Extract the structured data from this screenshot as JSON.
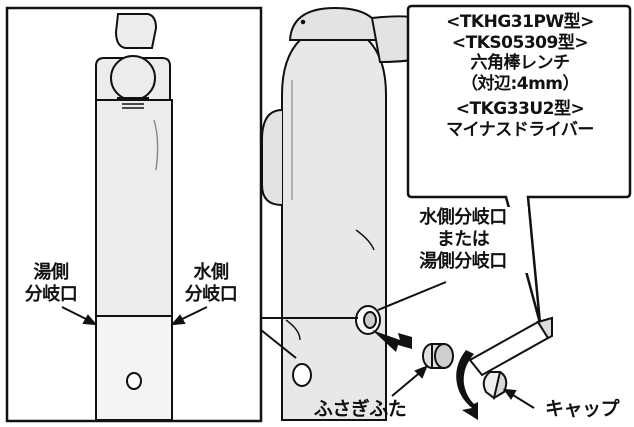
{
  "callout": {
    "model_a": "<TKHG31PW型>",
    "model_b": "<TKS05309型>",
    "tool_a": "六角棒レンチ",
    "tool_a_size": "（対辺:4mm）",
    "model_c": "<TKG33U2型>",
    "tool_c": "マイナスドライバー"
  },
  "labels": {
    "hot_branch_line1": "湯側",
    "hot_branch_line2": "分岐口",
    "cold_branch_line1": "水側",
    "cold_branch_line2": "分岐口",
    "branch_port_line1": "水側分岐口",
    "branch_port_line2": "または",
    "branch_port_line3": "湯側分岐口",
    "plug_cover": "ふさぎふた",
    "cap": "キャップ"
  },
  "colors": {
    "line": "#111111",
    "faucet_gray": "#e6e6e6",
    "faucet_dark": "#cfcfcf"
  }
}
